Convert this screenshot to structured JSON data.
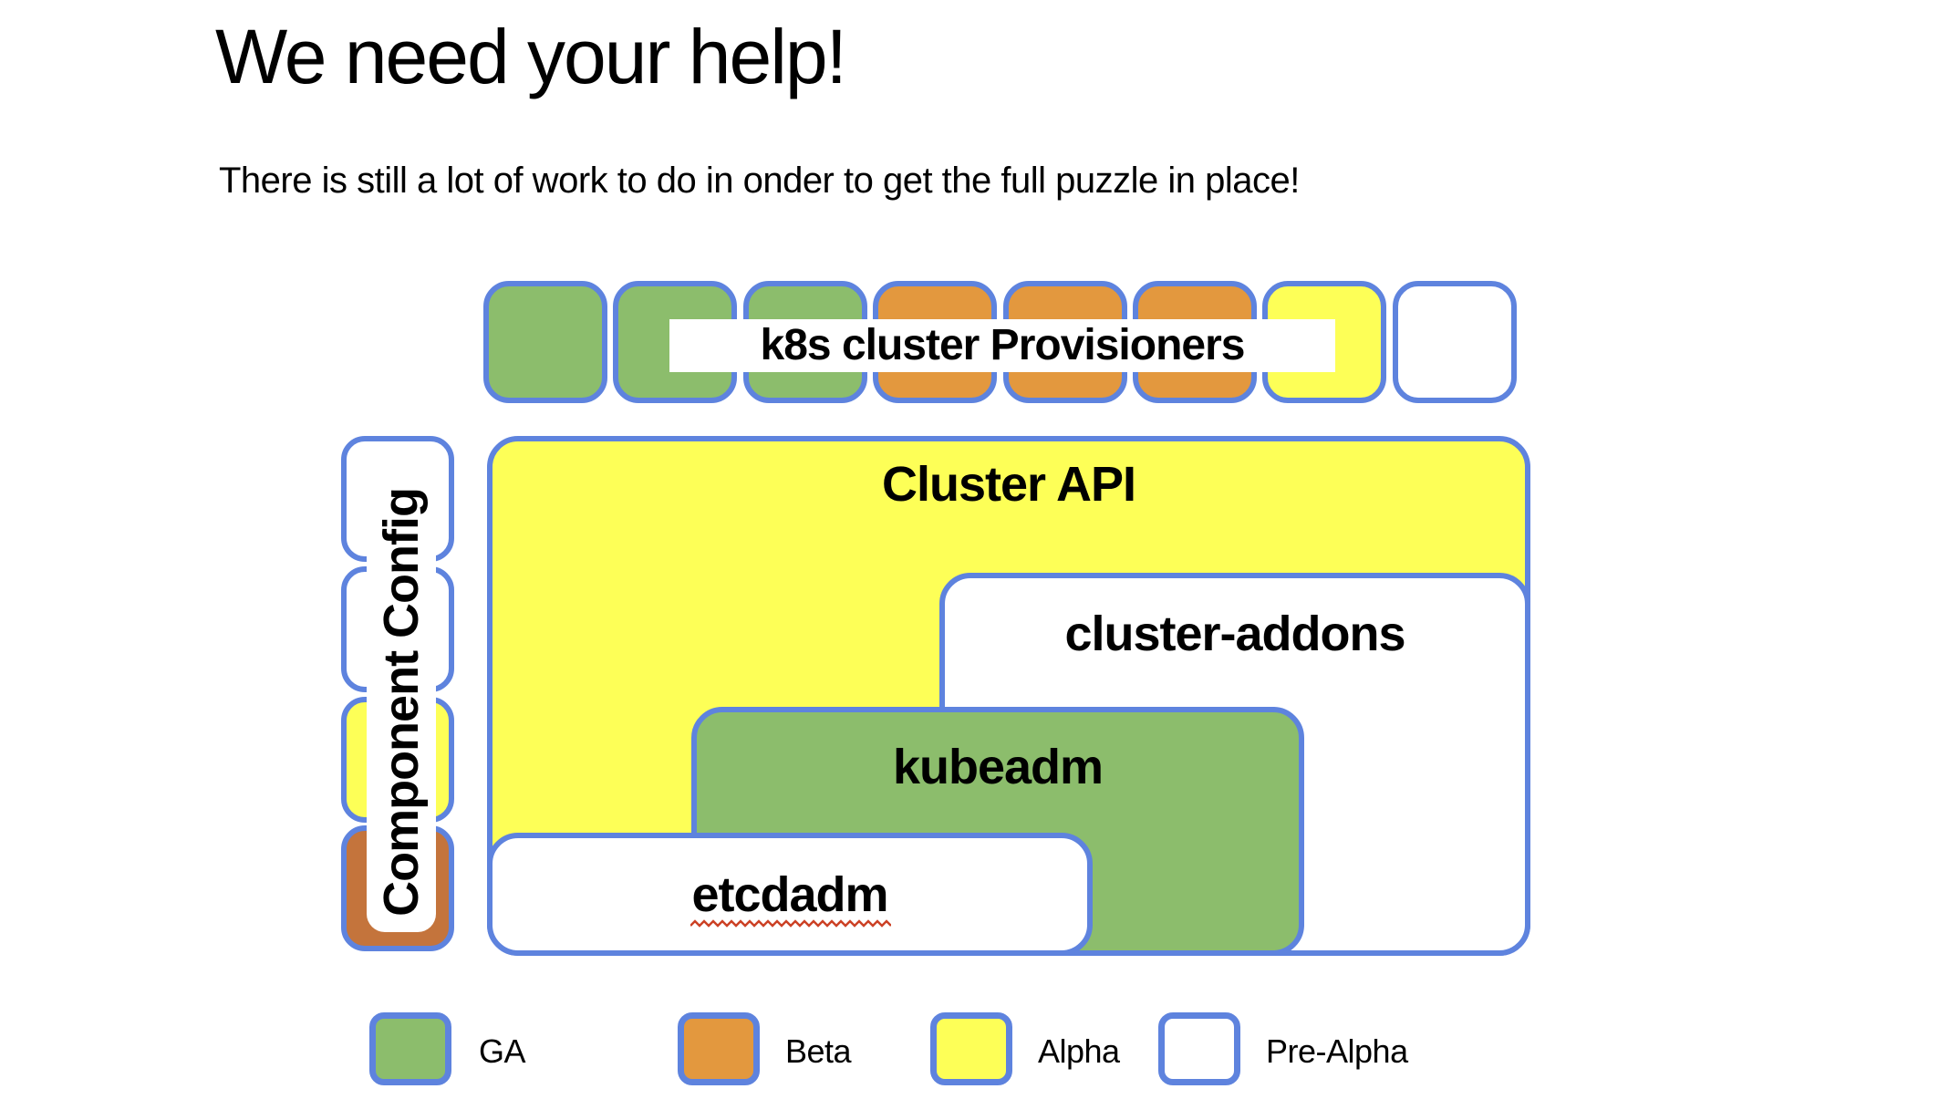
{
  "title": "We need your help!",
  "subtitle": "There is still a lot of work to do in onder to get the full puzzle in place!",
  "colors": {
    "green": "#8cbd6c",
    "orange": "#e3983e",
    "dark_orange": "#c4743c",
    "yellow": "#fdff57",
    "white": "#ffffff",
    "border_blue": "#5e83de",
    "squiggle_red": "#cc4125",
    "text": "#000000"
  },
  "top_row": {
    "label": "k8s cluster Provisioners",
    "squares": [
      {
        "status": "GA",
        "color_hex": "#8cbd6c"
      },
      {
        "status": "GA",
        "color_hex": "#8cbd6c"
      },
      {
        "status": "GA",
        "color_hex": "#8cbd6c"
      },
      {
        "status": "Beta",
        "color_hex": "#e3983e"
      },
      {
        "status": "Beta",
        "color_hex": "#e3983e"
      },
      {
        "status": "Beta",
        "color_hex": "#e3983e"
      },
      {
        "status": "Alpha",
        "color_hex": "#fdff57"
      },
      {
        "status": "Pre-Alpha",
        "color_hex": "#ffffff"
      }
    ]
  },
  "component_config": {
    "label": "Component Config",
    "segments": [
      {
        "status": "Pre-Alpha",
        "color_hex": "#ffffff"
      },
      {
        "status": "Pre-Alpha",
        "color_hex": "#ffffff"
      },
      {
        "status": "Alpha",
        "color_hex": "#fdff57"
      },
      {
        "status": "Beta",
        "color_hex": "#c4743c"
      }
    ]
  },
  "boxes": {
    "cluster_api": {
      "label": "Cluster API",
      "status": "Alpha",
      "color_hex": "#fdff57"
    },
    "cluster_addons": {
      "label": "cluster-addons",
      "status": "Pre-Alpha",
      "color_hex": "#ffffff"
    },
    "kubeadm": {
      "label": "kubeadm",
      "status": "GA",
      "color_hex": "#8cbd6c"
    },
    "etcdadm": {
      "label": "etcdadm",
      "status": "Pre-Alpha",
      "color_hex": "#ffffff",
      "spellcheck_underline": true
    }
  },
  "legend": [
    {
      "label": "GA",
      "color_hex": "#8cbd6c"
    },
    {
      "label": "Beta",
      "color_hex": "#e3983e"
    },
    {
      "label": "Alpha",
      "color_hex": "#fdff57"
    },
    {
      "label": "Pre-Alpha",
      "color_hex": "#ffffff"
    }
  ]
}
